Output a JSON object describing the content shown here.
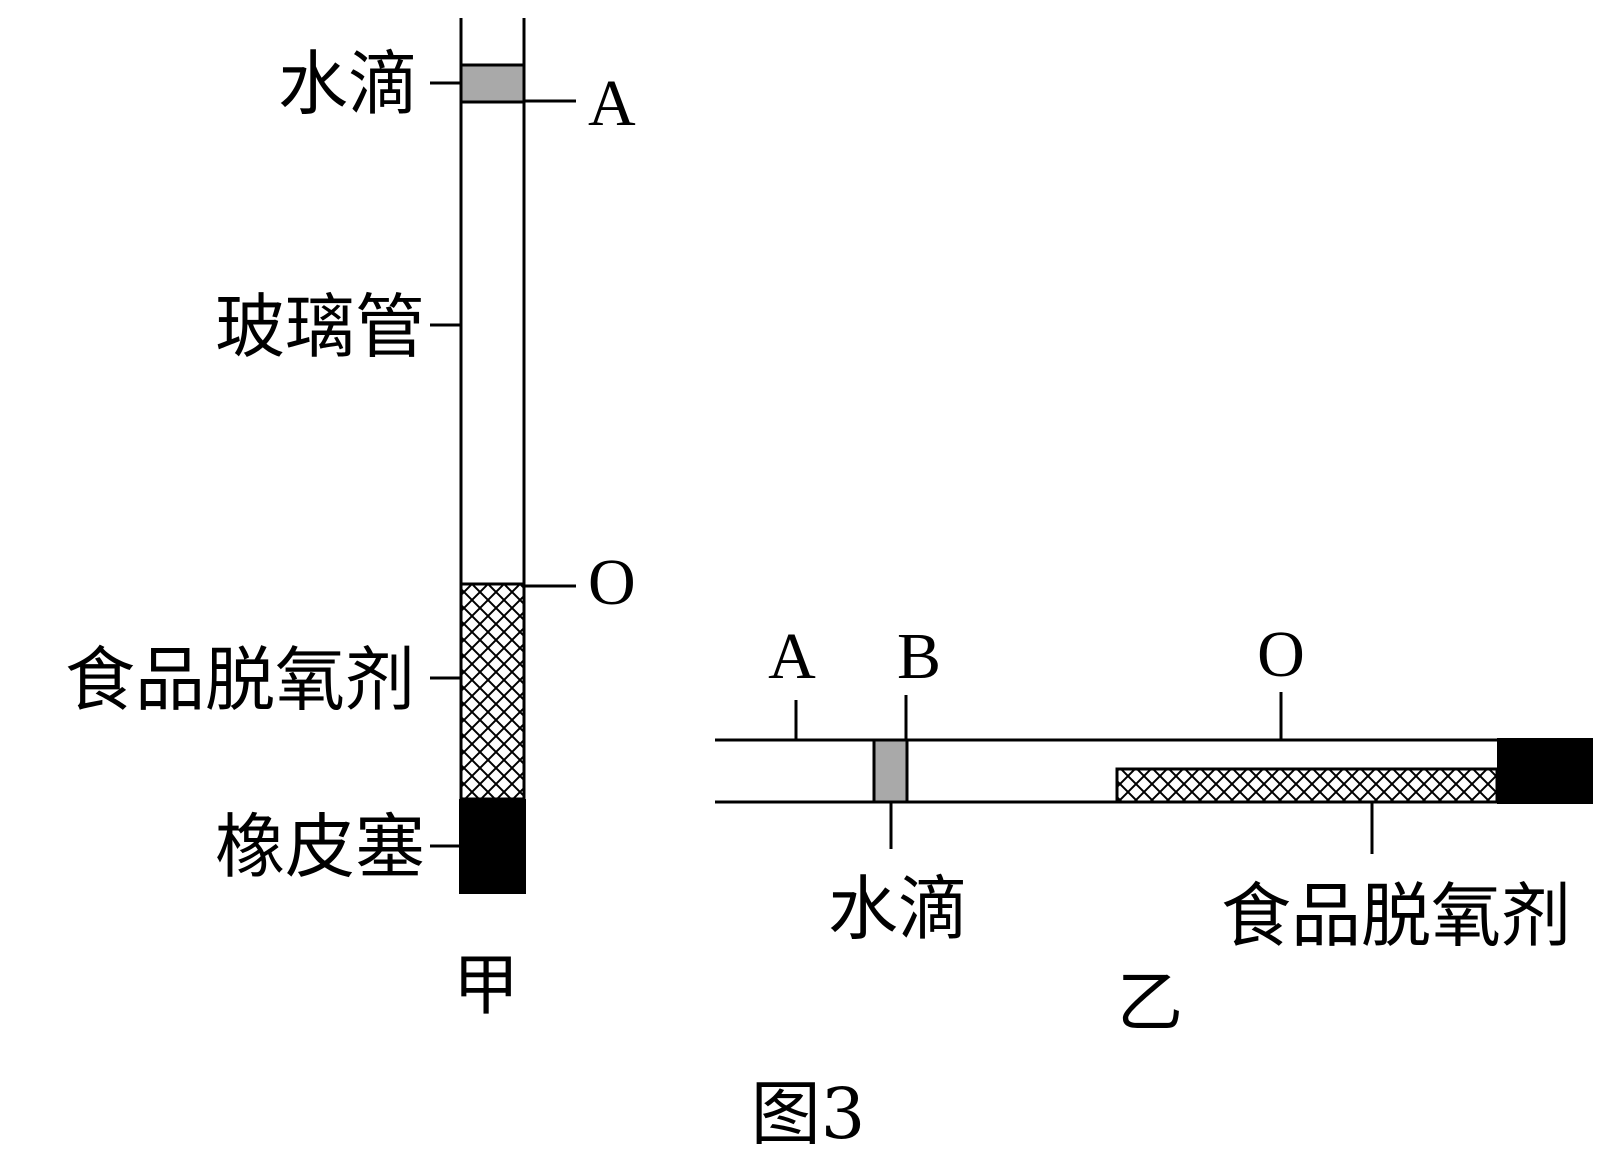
{
  "figure": {
    "caption": "图3",
    "colors": {
      "stroke": "#000000",
      "water": "#a9a9a9",
      "stopper": "#000000",
      "background": "#ffffff"
    },
    "diagram_jia": {
      "name": "甲",
      "labels": {
        "water": "水滴",
        "tube": "玻璃管",
        "deoxidizer": "食品脱氧剂",
        "stopper": "橡皮塞"
      },
      "marks": {
        "a": "A",
        "o": "O"
      }
    },
    "diagram_yi": {
      "name": "乙",
      "labels": {
        "water": "水滴",
        "deoxidizer": "食品脱氧剂"
      },
      "marks": {
        "a": "A",
        "b": "B",
        "o": "O"
      }
    }
  }
}
